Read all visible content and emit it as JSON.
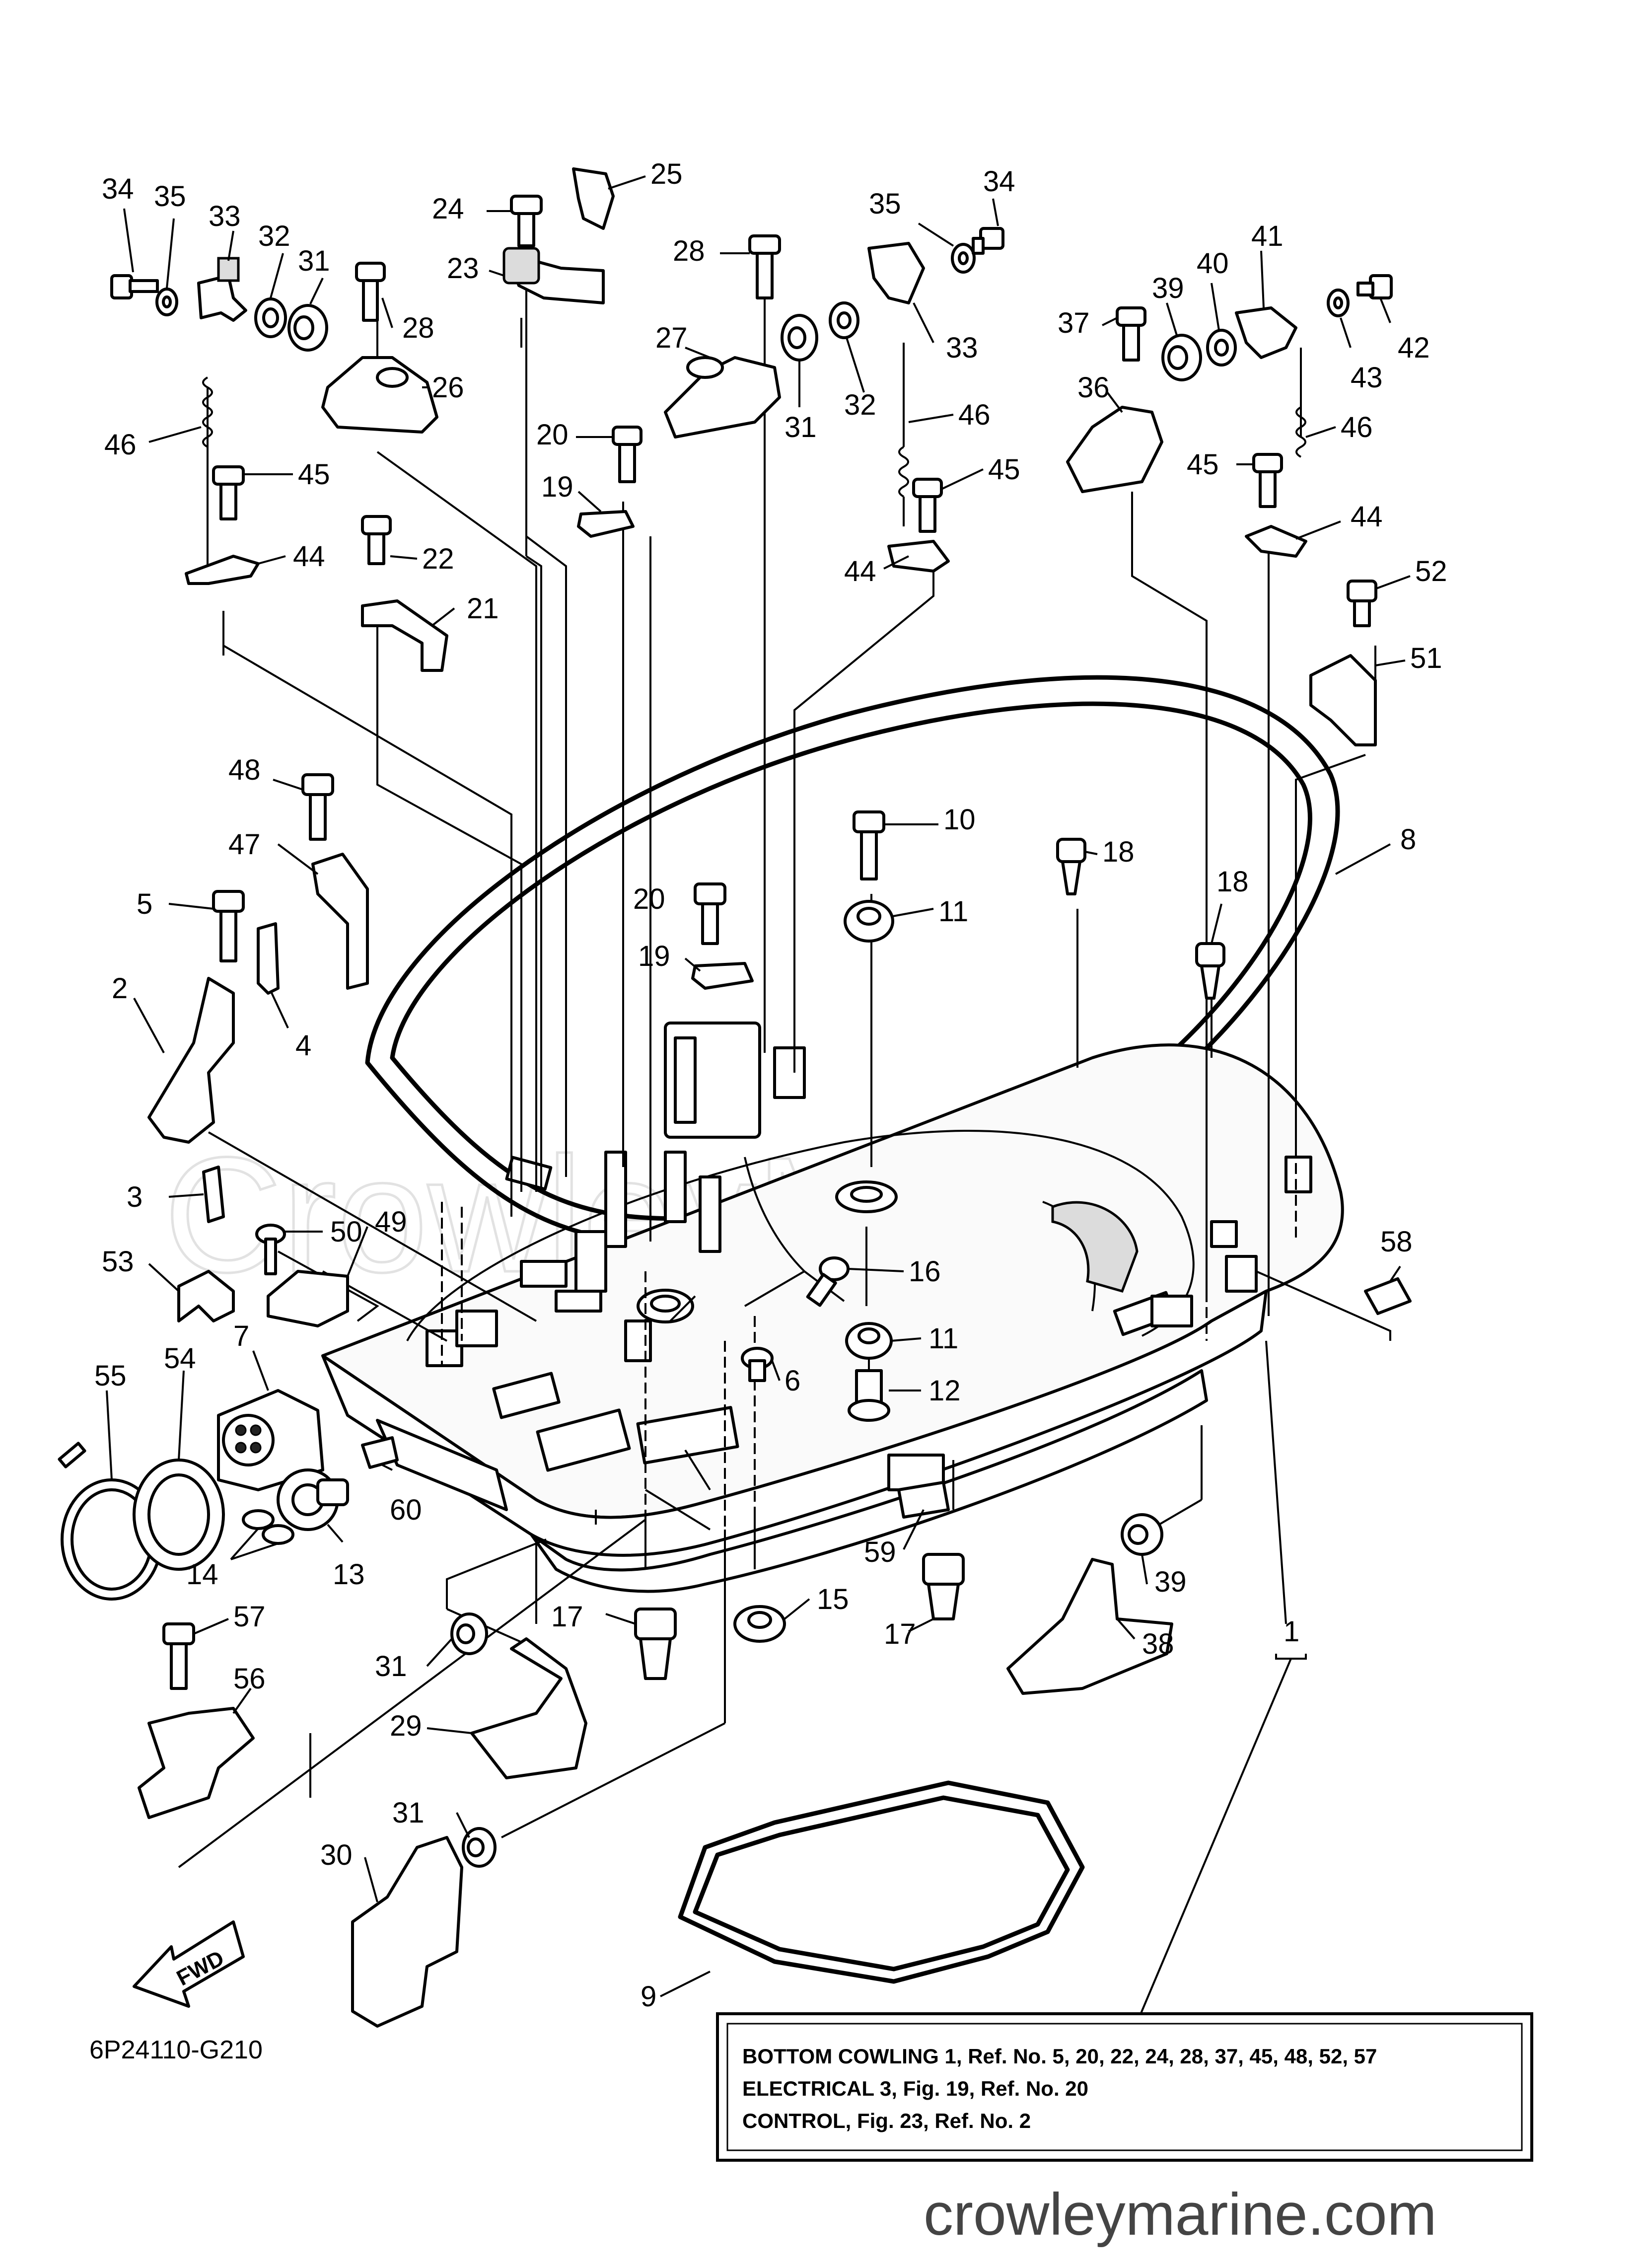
{
  "callouts": [
    {
      "text": "34"
    },
    {
      "text": "35"
    },
    {
      "text": "33"
    },
    {
      "text": "32"
    },
    {
      "text": "31"
    },
    {
      "text": "28"
    },
    {
      "text": "24"
    },
    {
      "text": "25"
    },
    {
      "text": "23"
    },
    {
      "text": "28"
    },
    {
      "text": "27"
    },
    {
      "text": "35"
    },
    {
      "text": "34"
    },
    {
      "text": "33"
    },
    {
      "text": "31"
    },
    {
      "text": "32"
    },
    {
      "text": "26"
    },
    {
      "text": "46"
    },
    {
      "text": "45"
    },
    {
      "text": "44"
    },
    {
      "text": "22"
    },
    {
      "text": "21"
    },
    {
      "text": "20"
    },
    {
      "text": "19"
    },
    {
      "text": "46"
    },
    {
      "text": "45"
    },
    {
      "text": "44"
    },
    {
      "text": "37"
    },
    {
      "text": "39"
    },
    {
      "text": "40"
    },
    {
      "text": "41"
    },
    {
      "text": "36"
    },
    {
      "text": "43"
    },
    {
      "text": "42"
    },
    {
      "text": "46"
    },
    {
      "text": "45"
    },
    {
      "text": "44"
    },
    {
      "text": "52"
    },
    {
      "text": "51"
    },
    {
      "text": "8"
    },
    {
      "text": "48"
    },
    {
      "text": "47"
    },
    {
      "text": "5"
    },
    {
      "text": "4"
    },
    {
      "text": "2"
    },
    {
      "text": "3"
    },
    {
      "text": "10"
    },
    {
      "text": "11"
    },
    {
      "text": "18"
    },
    {
      "text": "18"
    },
    {
      "text": "20"
    },
    {
      "text": "19"
    },
    {
      "text": "50"
    },
    {
      "text": "49"
    },
    {
      "text": "53"
    },
    {
      "text": "16"
    },
    {
      "text": "58"
    },
    {
      "text": "7"
    },
    {
      "text": "55"
    },
    {
      "text": "54"
    },
    {
      "text": "6"
    },
    {
      "text": "11"
    },
    {
      "text": "12"
    },
    {
      "text": "60"
    },
    {
      "text": "14"
    },
    {
      "text": "13"
    },
    {
      "text": "59"
    },
    {
      "text": "39"
    },
    {
      "text": "17"
    },
    {
      "text": "15"
    },
    {
      "text": "17"
    },
    {
      "text": "38"
    },
    {
      "text": "1"
    },
    {
      "text": "57"
    },
    {
      "text": "56"
    },
    {
      "text": "31"
    },
    {
      "text": "29"
    },
    {
      "text": "31"
    },
    {
      "text": "30"
    },
    {
      "text": "9"
    }
  ],
  "watermark": "CrowleyMarine",
  "fwd_label": "FWD",
  "diagram_code": "6P24110-G210",
  "reference_box": {
    "line1": "BOTTOM COWLING 1, Ref. No. 5, 20, 22, 24, 28, 37, 45, 48, 52, 57",
    "line2": "ELECTRICAL 3, Fig. 19, Ref. No. 20",
    "line3": "CONTROL, Fig. 23, Ref. No. 2"
  },
  "site_label": "crowleymarine.com"
}
